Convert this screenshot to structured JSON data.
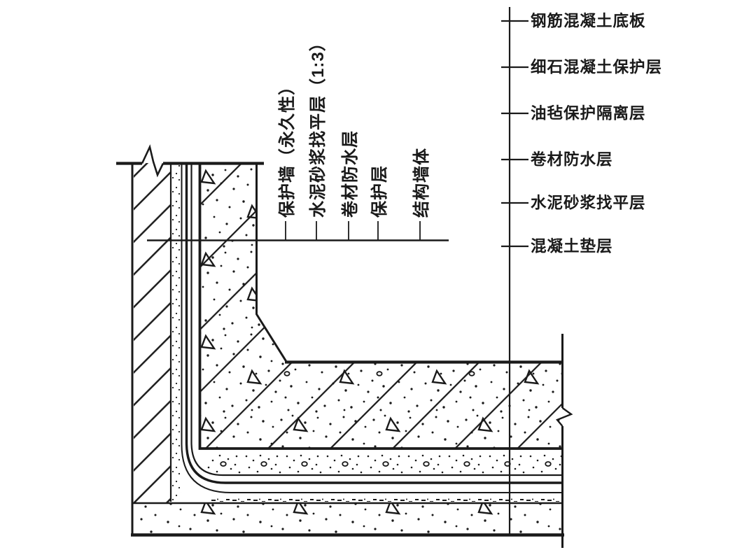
{
  "drawing": {
    "type": "construction-detail-section",
    "colors": {
      "ink": "#1a1a1a",
      "paper": "#ffffff"
    },
    "legend_right": {
      "items": [
        "钢筋混凝土底板",
        "细石混凝土保护层",
        "油毡保护隔离层",
        "卷材防水层",
        "水泥砂浆找平层",
        "混凝土垫层"
      ]
    },
    "legend_wall": {
      "items": [
        "保护墙（永久性）",
        "水泥砂浆找平层（1:3）",
        "卷材防水层",
        "保护层",
        "结构墙体"
      ]
    }
  }
}
